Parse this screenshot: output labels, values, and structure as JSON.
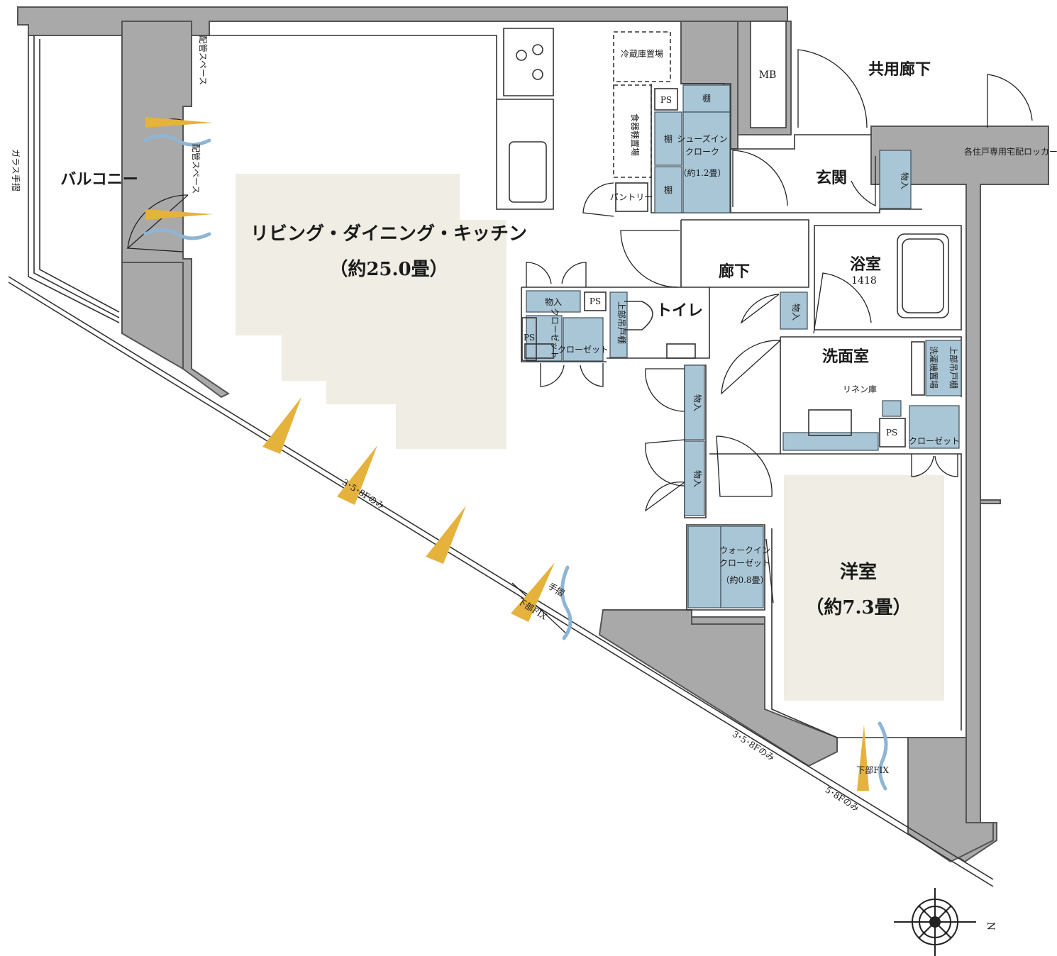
{
  "rooms": {
    "ldk": {
      "name": "リビング・ダイニング・キッチン",
      "size": "（約25.0畳）"
    },
    "balcony": "バルコニー",
    "western": {
      "name": "洋室",
      "size": "（約7.3畳）"
    },
    "bath": {
      "name": "浴室",
      "code": "1418"
    },
    "washroom": "洗面室",
    "toilet": "トイレ",
    "corridor": "廊下",
    "entrance": "玄関",
    "common_corridor": "共用廊下",
    "mb": "MB",
    "shoes_in_cloak": {
      "name1": "シューズイン",
      "name2": "クローク",
      "size": "（約1.2畳）"
    },
    "walk_in_closet": {
      "name1": "ウォークイン",
      "name2": "クローゼット",
      "size": "（約0.8畳）"
    }
  },
  "labels": {
    "glass_railing": "ガラス手摺",
    "piping_space": "配管スペース",
    "fridge": "冷蔵庫置場",
    "dish_shelf": "食器棚置場",
    "pantry": "パントリー",
    "ps": "PS",
    "shelf": "棚",
    "storage": "物入",
    "closet": "クローゼット",
    "upper_cabinet": "上部吊戸棚",
    "washer": "洗濯機置場",
    "linen": "リネン庫",
    "delivery_locker": "各住戸専用宅配ロッカー",
    "handrail": "手摺",
    "lower_fix": "下部FIX",
    "note_358": "3･5･8Fのみ",
    "note_358b": "3･5･8Fのみ",
    "note_58": "5･8Fのみ",
    "compass": "N"
  }
}
